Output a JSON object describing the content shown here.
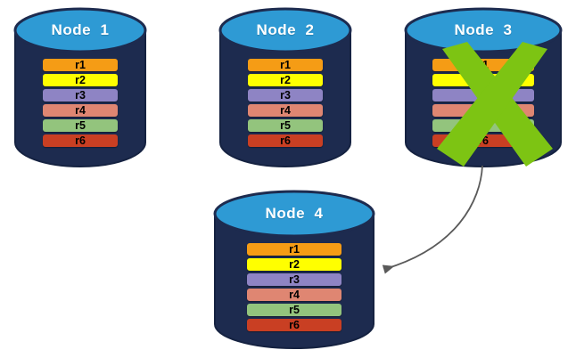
{
  "diagram": {
    "title_prefix": "Node",
    "background_color": "#ffffff",
    "colors": {
      "cylinder_body": "#1d2b4f",
      "cylinder_body_edge": "#152241",
      "cylinder_top": "#2e9ad4",
      "cylinder_top_stroke": "#1d2b4f",
      "title_text": "#ffffff",
      "x_mark": "#7dc413",
      "arrow": "#5a5a5a"
    },
    "row_palette": {
      "r1": "#f59c15",
      "r2": "#ffff00",
      "r3": "#8e84c4",
      "r4": "#df8672",
      "r5": "#93c47d",
      "r6": "#c93f23"
    },
    "row_labels": [
      "r1",
      "r2",
      "r3",
      "r4",
      "r5",
      "r6"
    ],
    "nodes": [
      {
        "id": "node-1",
        "title": "Node  1",
        "failed": false,
        "rows": [
          "r1",
          "r2",
          "r3",
          "r4",
          "r5",
          "r6"
        ]
      },
      {
        "id": "node-2",
        "title": "Node  2",
        "failed": false,
        "rows": [
          "r1",
          "r2",
          "r3",
          "r4",
          "r5",
          "r6"
        ]
      },
      {
        "id": "node-3",
        "title": "Node  3",
        "failed": true,
        "failure_marker": "x-mark",
        "rows": [
          "r1",
          "r2",
          "r3",
          "r4",
          "r5",
          "r6"
        ]
      },
      {
        "id": "node-4",
        "title": "Node  4",
        "failed": false,
        "rows": [
          "r1",
          "r2",
          "r3",
          "r4",
          "r5",
          "r6"
        ]
      }
    ],
    "arrow": {
      "name": "node3-to-node4-arrow",
      "from": "node-3",
      "to": "node-4",
      "label": ""
    }
  }
}
